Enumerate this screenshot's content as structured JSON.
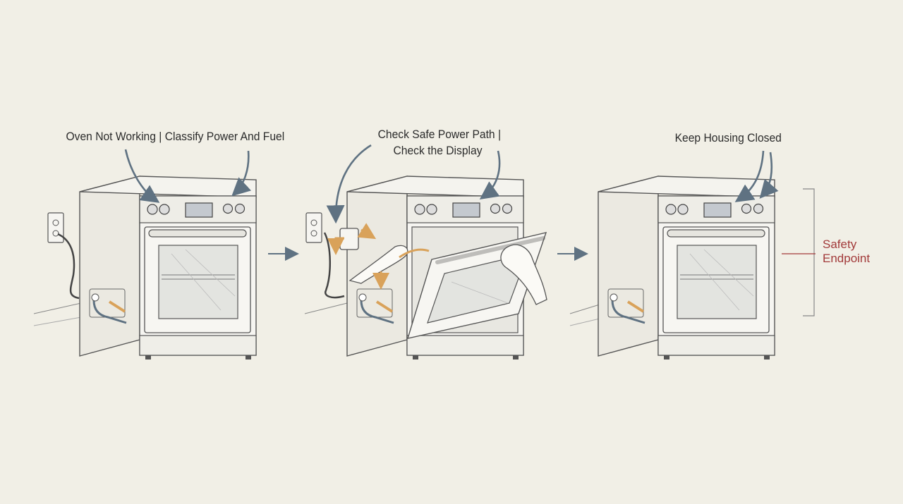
{
  "steps": [
    {
      "id": "step-1",
      "caption": "Oven Not Working | Classify Power And Fuel",
      "icons": [
        "wall-outlet-icon",
        "oven-icon",
        "gas-burner-icon"
      ]
    },
    {
      "id": "step-2",
      "caption_line1": "Check Safe Power Path |",
      "caption_line2": "Check the Display",
      "icons": [
        "wall-outlet-icon",
        "oven-icon",
        "open-door-icon",
        "hand-icon",
        "plug-icon"
      ]
    },
    {
      "id": "step-3",
      "caption": "Keep Housing Closed",
      "icons": [
        "oven-icon",
        "gas-burner-icon"
      ]
    }
  ],
  "endpoint": {
    "line1": "Safety",
    "line2": "Endpoint"
  },
  "colors": {
    "background": "#f1efe6",
    "ink": "#4a4a4a",
    "arrow": "#5f7282",
    "accent_orange": "#d9a25a",
    "endpoint_red": "#a23a3a",
    "panel": "#e8e6df"
  }
}
